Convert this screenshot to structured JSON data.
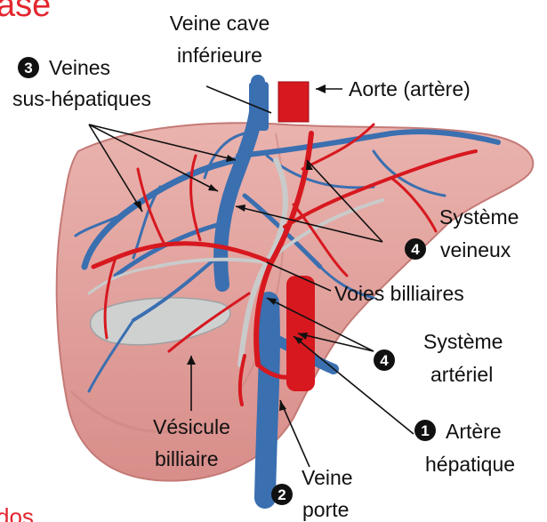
{
  "header_fragment": "ase",
  "footer_fragment": "dos",
  "labels": {
    "vci_line1": "Veine cave",
    "vci_line2": "inférieure",
    "aorte": "Aorte (artère)",
    "sush_line1": "Veines",
    "sush_line2": "sus-hépatiques",
    "sysv_line1": "Système",
    "sysv_line2": "veineux",
    "voies": "Voies billiaires",
    "sysa_line1": "Système",
    "sysa_line2": "artériel",
    "art_line1": "Artère",
    "art_line2": "hépatique",
    "vesicule_line1": "Vésicule",
    "vesicule_line2": "billiaire",
    "porte_line1": "Veine",
    "porte_line2": "porte"
  },
  "badges": {
    "sus_hepatiques": "3",
    "systeme_veineux": "4",
    "systeme_arteriel": "4",
    "artere_hepatique": "1",
    "veine_porte": "2"
  },
  "colors": {
    "liver": "#e8a7a3",
    "liver_shade": "#d3827f",
    "vein": "#3a6fb0",
    "artery": "#d7181f",
    "bile": "#c7c9c9",
    "accent_text": "#e3262e"
  }
}
